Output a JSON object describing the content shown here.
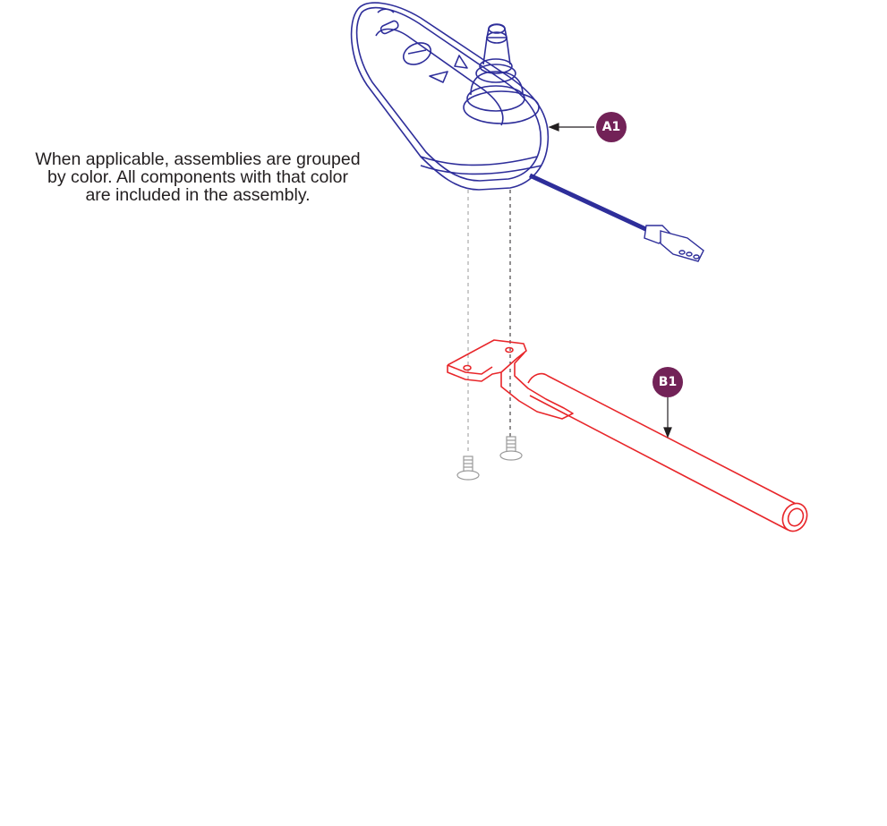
{
  "note": {
    "lines": [
      "When applicable, assemblies are grouped",
      "by color. All components with that color",
      "are included in the assembly."
    ]
  },
  "callouts": [
    {
      "label": "A1",
      "part": "joystick controller assembly",
      "color": "#722257"
    },
    {
      "label": "B1",
      "part": "controller mounting bracket",
      "color": "#722257"
    }
  ],
  "colors": {
    "assembly_a": "#2e2e9a",
    "assembly_b": "#e8262a",
    "hardware": "#9a9a9a",
    "callout_fill": "#722257",
    "text": "#231f20"
  }
}
